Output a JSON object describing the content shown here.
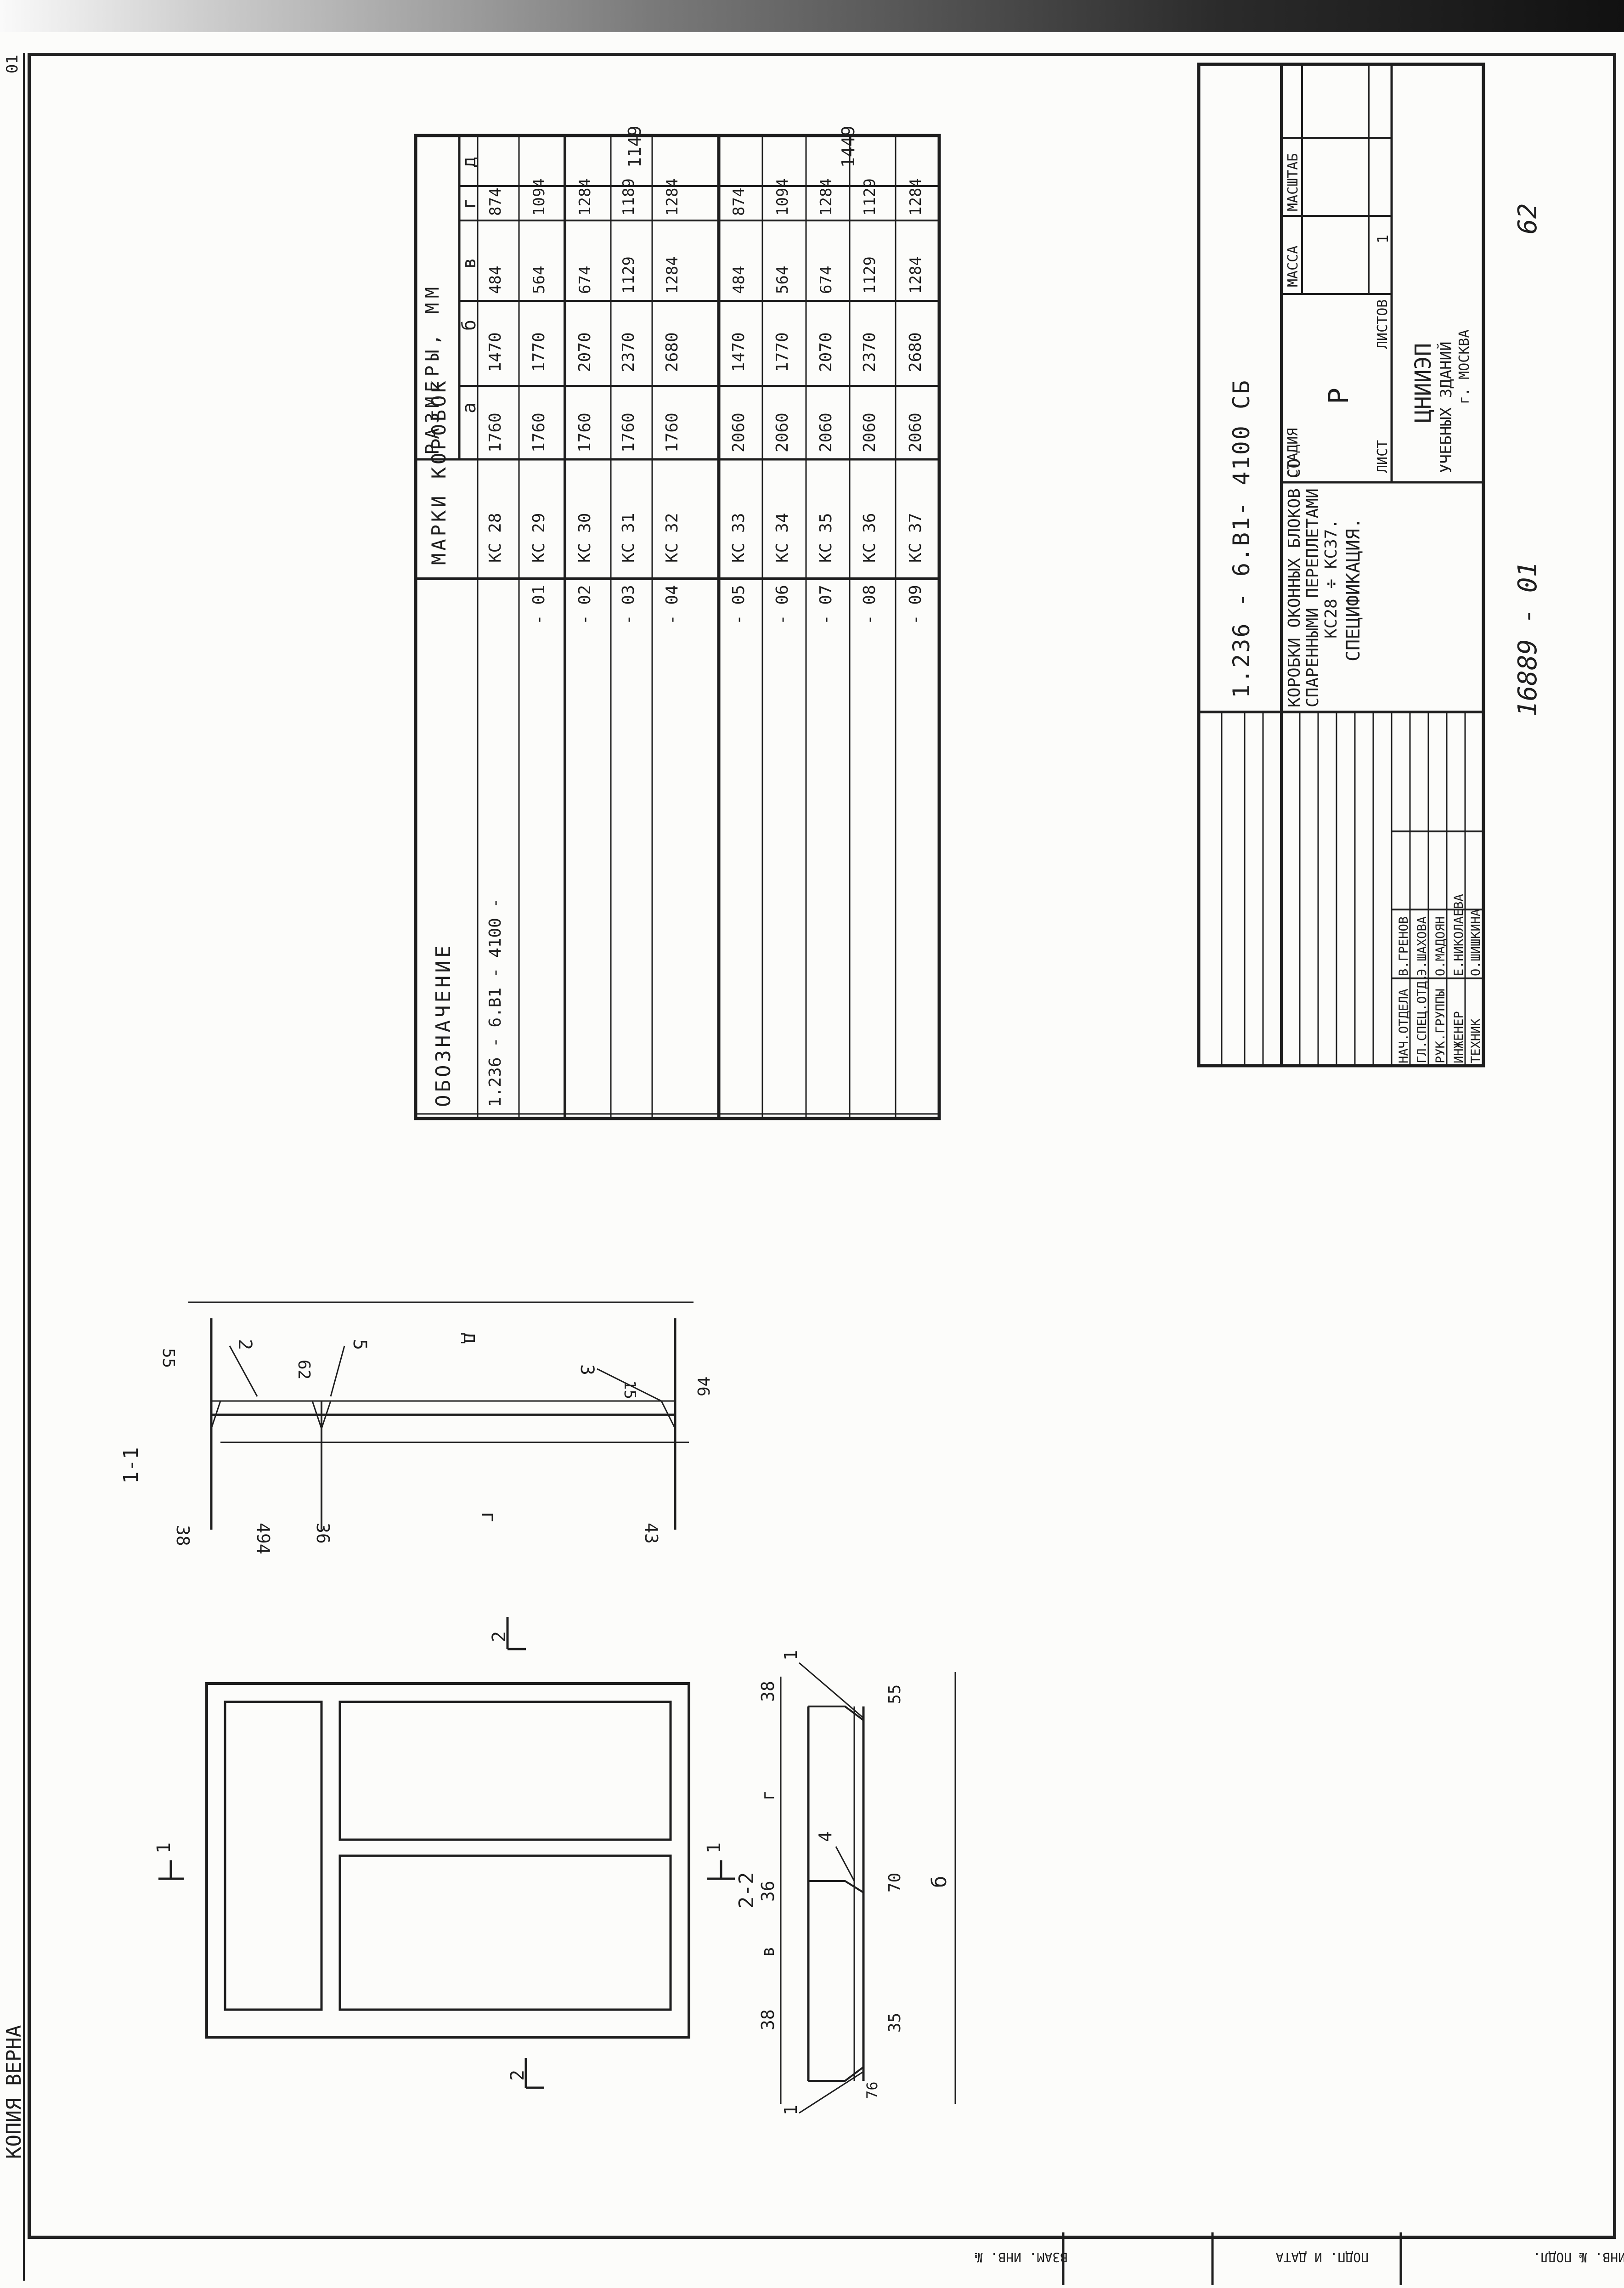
{
  "margin_note": "КОПИЯ ВЕРНА",
  "sheet_corner": "01",
  "document_code": "1.236 - 6.В1- 4100 СБ",
  "archive_number": "16889 - 01",
  "page_number": "62",
  "title_block": {
    "title_line1": "КОРОБКИ ОКОННЫХ БЛОКОВ СО",
    "title_line2": "СПАРЕННЫМИ ПЕРЕПЛЕТАМИ",
    "title_line3": "КС28 ÷ КС37.",
    "title_line4": "СПЕЦИФИКАЦИЯ.",
    "headers": {
      "stage": "СТАДИЯ",
      "mass": "МАССА",
      "scale": "МАСШТАБ",
      "sheet": "ЛИСТ",
      "sheets": "ЛИСТОВ"
    },
    "stage_value": "Р",
    "sheets_value": "1",
    "org_line1": "ЦНИИЭП",
    "org_line2": "УЧЕБНЫХ ЗДАНИЙ",
    "org_line3": "г. МОСКВА",
    "staff": [
      {
        "role": "НАЧ.ОТДЕЛА",
        "name": "В.ГРЕНОВ"
      },
      {
        "role": "ГЛ.СПЕЦ.ОТД.",
        "name": "Э.ШАХОВА"
      },
      {
        "role": "РУК.ГРУППЫ",
        "name": "О.МАДОЯН"
      },
      {
        "role": "ИНЖЕНЕР",
        "name": "Е.НИКОЛАЕВА"
      },
      {
        "role": "ТЕХНИК",
        "name": "О.ШИШКИНА"
      }
    ]
  },
  "spec_table": {
    "headers": {
      "designation": "ОБОЗНАЧЕНИЕ",
      "marks": "МАРКИ КОРОБОК",
      "sizes": "РАЗМЕРЫ, ММ"
    },
    "size_headers": [
      "а",
      "б",
      "в",
      "г",
      "д"
    ],
    "rows": [
      {
        "designation": "1.236 - 6.В1 - 4100 -",
        "mark": "КС 28",
        "a": "1760",
        "b": "1470",
        "v": "484",
        "g": "874"
      },
      {
        "designation": "- 01",
        "mark": "КС 29",
        "a": "1760",
        "b": "1770",
        "v": "564",
        "g": "1094"
      },
      {
        "designation": "- 02",
        "mark": "КС 30",
        "a": "1760",
        "b": "2070",
        "v": "674",
        "g": "1284"
      },
      {
        "designation": "- 03",
        "mark": "КС 31",
        "a": "1760",
        "b": "2370",
        "v": "1129",
        "g": "1189"
      },
      {
        "designation": "- 04",
        "mark": "КС 32",
        "a": "1760",
        "b": "2680",
        "v": "1284",
        "g": "1284"
      },
      {
        "designation": "- 05",
        "mark": "КС 33",
        "a": "2060",
        "b": "1470",
        "v": "484",
        "g": "874"
      },
      {
        "designation": "- 06",
        "mark": "КС 34",
        "a": "2060",
        "b": "1770",
        "v": "564",
        "g": "1094"
      },
      {
        "designation": "- 07",
        "mark": "КС 35",
        "a": "2060",
        "b": "2070",
        "v": "674",
        "g": "1284"
      },
      {
        "designation": "- 08",
        "mark": "КС 36",
        "a": "2060",
        "b": "2370",
        "v": "1129",
        "g": "1129"
      },
      {
        "designation": "- 09",
        "mark": "КС 37",
        "a": "2060",
        "b": "2680",
        "v": "1284",
        "g": "1284"
      }
    ],
    "d_values": [
      "1149",
      "1449"
    ]
  },
  "drawing": {
    "section_1_title": "1-1",
    "section_2_title": "2-2",
    "section_1_dims": [
      "38",
      "494",
      "36",
      "г",
      "43",
      "55",
      "62",
      "15",
      "94",
      "д"
    ],
    "section_1_callouts": [
      "2",
      "5",
      "3"
    ],
    "section_2_dims": [
      "38",
      "в",
      "36",
      "г",
      "38",
      "35",
      "70",
      "55",
      "б",
      "76"
    ],
    "section_2_callouts": [
      "1",
      "4",
      "1"
    ],
    "cut_labels": [
      "1",
      "1",
      "2",
      "2"
    ]
  },
  "stamp_cells": [
    "ИНВ. № ПОДЛ.",
    "ПОДП. И ДАТА",
    "ВЗАМ. ИНВ. №"
  ]
}
